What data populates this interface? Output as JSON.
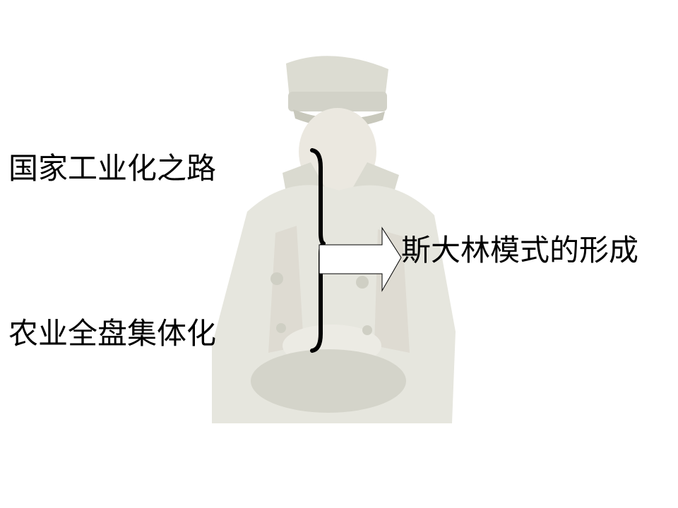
{
  "labels": {
    "top": "国家工业化之路",
    "bottom": "农业全盘集体化",
    "result": "斯大林模式的形成"
  },
  "icons": {
    "bracket": "right-brace-icon",
    "arrow": "right-arrow-icon",
    "background": "portrait-photo"
  },
  "colors": {
    "text": "#000000",
    "background": "#ffffff",
    "faded_photo": "#d8d8d0"
  }
}
